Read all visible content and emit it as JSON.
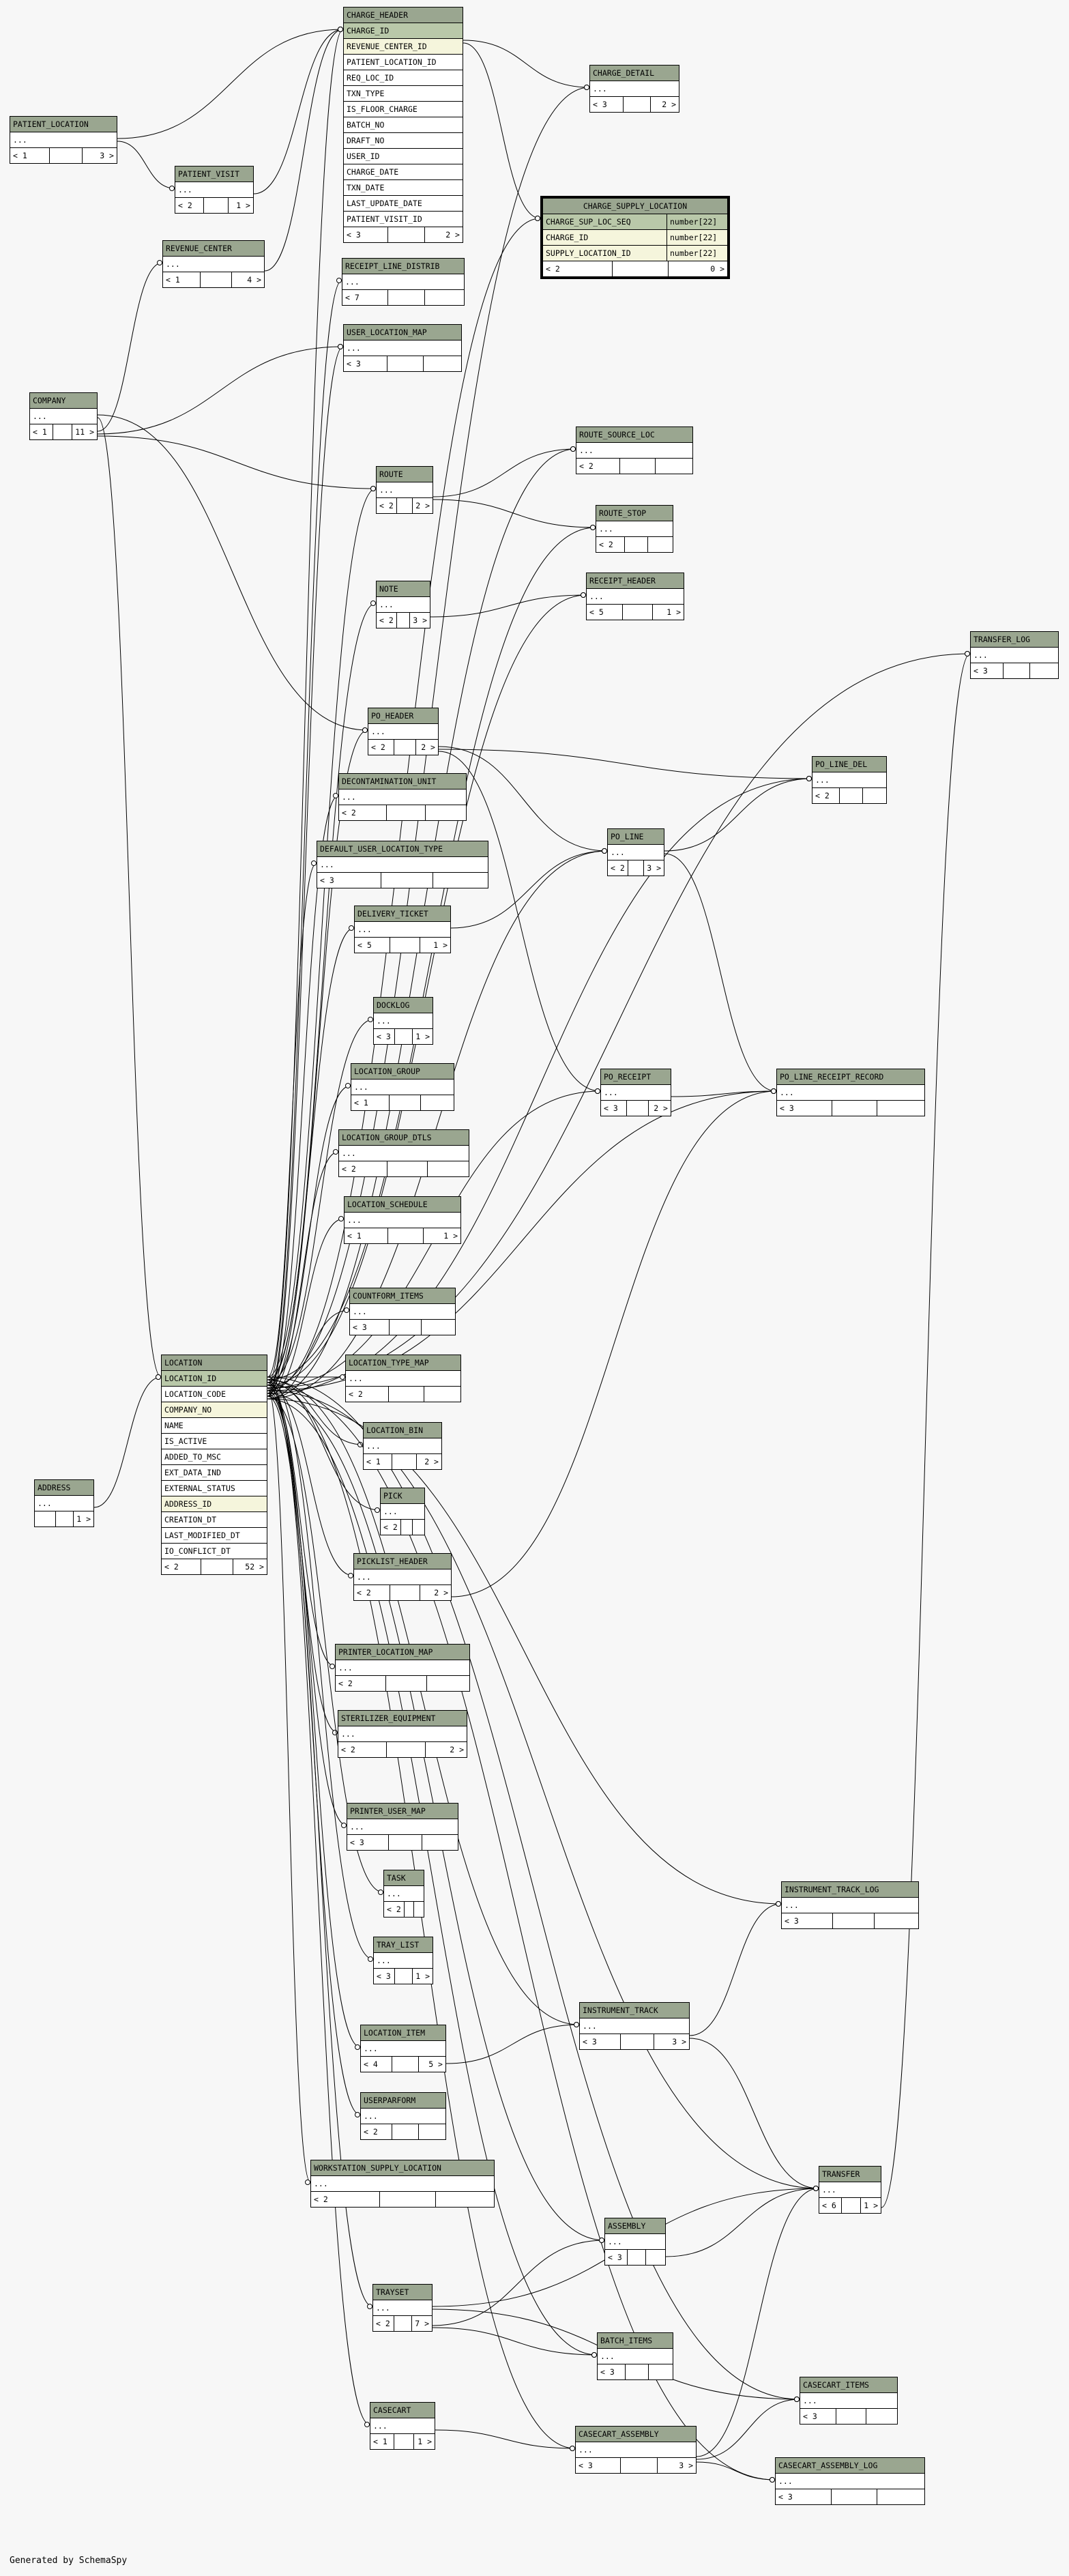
{
  "footer": "Generated by SchemaSpy",
  "tables": [
    {
      "id": "CHARGE_HEADER",
      "title": "CHARGE_HEADER",
      "rows": [
        {
          "n": "CHARGE_ID",
          "k": "pk"
        },
        {
          "n": "REVENUE_CENTER_ID",
          "k": "fk"
        },
        {
          "n": "PATIENT_LOCATION_ID"
        },
        {
          "n": "REQ_LOC_ID"
        },
        {
          "n": "TXN_TYPE"
        },
        {
          "n": "IS_FLOOR_CHARGE"
        },
        {
          "n": "BATCH_NO"
        },
        {
          "n": "DRAFT_NO"
        },
        {
          "n": "USER_ID"
        },
        {
          "n": "CHARGE_DATE"
        },
        {
          "n": "TXN_DATE"
        },
        {
          "n": "LAST_UPDATE_DATE"
        },
        {
          "n": "PATIENT_VISIT_ID"
        }
      ],
      "foot": [
        "< 3",
        "",
        "2 >"
      ]
    },
    {
      "id": "CHARGE_DETAIL",
      "title": "CHARGE_DETAIL",
      "rows": [
        {
          "n": "..."
        }
      ],
      "foot": [
        "< 3",
        "",
        "2 >"
      ]
    },
    {
      "id": "CHARGE_SUPPLY_LOCATION",
      "title": "CHARGE_SUPPLY_LOCATION",
      "focus": true,
      "rows": [
        {
          "n": "CHARGE_SUP_LOC_SEQ",
          "t": "number[22]",
          "k": "pk"
        },
        {
          "n": "CHARGE_ID",
          "t": "number[22]",
          "k": "fk"
        },
        {
          "n": "SUPPLY_LOCATION_ID",
          "t": "number[22]",
          "k": "fk"
        }
      ],
      "foot": [
        "< 2",
        "",
        "0 >"
      ]
    },
    {
      "id": "PATIENT_LOCATION",
      "title": "PATIENT_LOCATION",
      "rows": [
        {
          "n": "..."
        }
      ],
      "foot": [
        "< 1",
        "",
        "3 >"
      ]
    },
    {
      "id": "PATIENT_VISIT",
      "title": "PATIENT_VISIT",
      "rows": [
        {
          "n": "..."
        }
      ],
      "foot": [
        "< 2",
        "",
        "1 >"
      ]
    },
    {
      "id": "REVENUE_CENTER",
      "title": "REVENUE_CENTER",
      "rows": [
        {
          "n": "..."
        }
      ],
      "foot": [
        "< 1",
        "",
        "4 >"
      ]
    },
    {
      "id": "RECEIPT_LINE_DISTRIB",
      "title": "RECEIPT_LINE_DISTRIB",
      "rows": [
        {
          "n": "..."
        }
      ],
      "foot": [
        "< 7",
        "",
        ""
      ]
    },
    {
      "id": "USER_LOCATION_MAP",
      "title": "USER_LOCATION_MAP",
      "rows": [
        {
          "n": "..."
        }
      ],
      "foot": [
        "< 3",
        "",
        ""
      ]
    },
    {
      "id": "COMPANY",
      "title": "COMPANY",
      "rows": [
        {
          "n": "..."
        }
      ],
      "foot": [
        "< 1",
        "",
        "11 >"
      ]
    },
    {
      "id": "ROUTE_SOURCE_LOC",
      "title": "ROUTE_SOURCE_LOC",
      "rows": [
        {
          "n": "..."
        }
      ],
      "foot": [
        "< 2",
        "",
        ""
      ]
    },
    {
      "id": "ROUTE",
      "title": "ROUTE",
      "rows": [
        {
          "n": "..."
        }
      ],
      "foot": [
        "< 2",
        "",
        "2 >"
      ]
    },
    {
      "id": "ROUTE_STOP",
      "title": "ROUTE_STOP",
      "rows": [
        {
          "n": "..."
        }
      ],
      "foot": [
        "< 2",
        "",
        ""
      ]
    },
    {
      "id": "NOTE",
      "title": "NOTE",
      "rows": [
        {
          "n": "..."
        }
      ],
      "foot": [
        "< 2",
        "",
        "3 >"
      ]
    },
    {
      "id": "RECEIPT_HEADER",
      "title": "RECEIPT_HEADER",
      "rows": [
        {
          "n": "..."
        }
      ],
      "foot": [
        "< 5",
        "",
        "1 >"
      ]
    },
    {
      "id": "TRANSFER_LOG",
      "title": "TRANSFER_LOG",
      "rows": [
        {
          "n": "..."
        }
      ],
      "foot": [
        "< 3",
        "",
        ""
      ]
    },
    {
      "id": "PO_HEADER",
      "title": "PO_HEADER",
      "rows": [
        {
          "n": "..."
        }
      ],
      "foot": [
        "< 2",
        "",
        "2 >"
      ]
    },
    {
      "id": "PO_LINE_DEL",
      "title": "PO_LINE_DEL",
      "rows": [
        {
          "n": "..."
        }
      ],
      "foot": [
        "< 2",
        "",
        ""
      ]
    },
    {
      "id": "DECONTAMINATION_UNIT",
      "title": "DECONTAMINATION_UNIT",
      "rows": [
        {
          "n": "..."
        }
      ],
      "foot": [
        "< 2",
        "",
        ""
      ]
    },
    {
      "id": "PO_LINE",
      "title": "PO_LINE",
      "rows": [
        {
          "n": "..."
        }
      ],
      "foot": [
        "< 2",
        "",
        "3 >"
      ]
    },
    {
      "id": "DEFAULT_USER_LOCATION_TYPE",
      "title": "DEFAULT_USER_LOCATION_TYPE",
      "rows": [
        {
          "n": "..."
        }
      ],
      "foot": [
        "< 3",
        "",
        ""
      ]
    },
    {
      "id": "DELIVERY_TICKET",
      "title": "DELIVERY_TICKET",
      "rows": [
        {
          "n": "..."
        }
      ],
      "foot": [
        "< 5",
        "",
        "1 >"
      ]
    },
    {
      "id": "DOCKLOG",
      "title": "DOCKLOG",
      "rows": [
        {
          "n": "..."
        }
      ],
      "foot": [
        "< 3",
        "",
        "1 >"
      ]
    },
    {
      "id": "LOCATION_GROUP",
      "title": "LOCATION_GROUP",
      "rows": [
        {
          "n": "..."
        }
      ],
      "foot": [
        "< 1",
        "",
        ""
      ]
    },
    {
      "id": "PO_RECEIPT",
      "title": "PO_RECEIPT",
      "rows": [
        {
          "n": "..."
        }
      ],
      "foot": [
        "< 3",
        "",
        "2 >"
      ]
    },
    {
      "id": "PO_LINE_RECEIPT_RECORD",
      "title": "PO_LINE_RECEIPT_RECORD",
      "rows": [
        {
          "n": "..."
        }
      ],
      "foot": [
        "< 3",
        "",
        ""
      ]
    },
    {
      "id": "LOCATION_GROUP_DTLS",
      "title": "LOCATION_GROUP_DTLS",
      "rows": [
        {
          "n": "..."
        }
      ],
      "foot": [
        "< 2",
        "",
        ""
      ]
    },
    {
      "id": "LOCATION_SCHEDULE",
      "title": "LOCATION_SCHEDULE",
      "rows": [
        {
          "n": "..."
        }
      ],
      "foot": [
        "< 1",
        "",
        "1 >"
      ]
    },
    {
      "id": "COUNTFORM_ITEMS",
      "title": "COUNTFORM_ITEMS",
      "rows": [
        {
          "n": "..."
        }
      ],
      "foot": [
        "< 3",
        "",
        ""
      ]
    },
    {
      "id": "LOCATION",
      "title": "LOCATION",
      "rows": [
        {
          "n": "LOCATION_ID",
          "k": "pk"
        },
        {
          "n": "LOCATION_CODE"
        },
        {
          "n": "COMPANY_NO",
          "k": "fk"
        },
        {
          "n": "NAME"
        },
        {
          "n": "IS_ACTIVE"
        },
        {
          "n": "ADDED_TO_MSC"
        },
        {
          "n": "EXT_DATA_IND"
        },
        {
          "n": "EXTERNAL_STATUS"
        },
        {
          "n": "ADDRESS_ID",
          "k": "fk"
        },
        {
          "n": "CREATION_DT"
        },
        {
          "n": "LAST_MODIFIED_DT"
        },
        {
          "n": "IO_CONFLICT_DT"
        }
      ],
      "foot": [
        "< 2",
        "",
        "52 >"
      ]
    },
    {
      "id": "LOCATION_TYPE_MAP",
      "title": "LOCATION_TYPE_MAP",
      "rows": [
        {
          "n": "..."
        }
      ],
      "foot": [
        "< 2",
        "",
        ""
      ]
    },
    {
      "id": "LOCATION_BIN",
      "title": "LOCATION_BIN",
      "rows": [
        {
          "n": "..."
        }
      ],
      "foot": [
        "< 1",
        "",
        "2 >"
      ]
    },
    {
      "id": "ADDRESS",
      "title": "ADDRESS",
      "rows": [
        {
          "n": "..."
        }
      ],
      "foot": [
        "",
        "",
        "1 >"
      ]
    },
    {
      "id": "PICK",
      "title": "PICK",
      "rows": [
        {
          "n": "..."
        }
      ],
      "foot": [
        "< 2",
        "",
        ""
      ]
    },
    {
      "id": "PICKLIST_HEADER",
      "title": "PICKLIST_HEADER",
      "rows": [
        {
          "n": "..."
        }
      ],
      "foot": [
        "< 2",
        "",
        "2 >"
      ]
    },
    {
      "id": "PRINTER_LOCATION_MAP",
      "title": "PRINTER_LOCATION_MAP",
      "rows": [
        {
          "n": "..."
        }
      ],
      "foot": [
        "< 2",
        "",
        ""
      ]
    },
    {
      "id": "STERILIZER_EQUIPMENT",
      "title": "STERILIZER_EQUIPMENT",
      "rows": [
        {
          "n": "..."
        }
      ],
      "foot": [
        "< 2",
        "",
        "2 >"
      ]
    },
    {
      "id": "PRINTER_USER_MAP",
      "title": "PRINTER_USER_MAP",
      "rows": [
        {
          "n": "..."
        }
      ],
      "foot": [
        "< 3",
        "",
        ""
      ]
    },
    {
      "id": "TASK",
      "title": "TASK",
      "rows": [
        {
          "n": "..."
        }
      ],
      "foot": [
        "< 2",
        "",
        ""
      ]
    },
    {
      "id": "INSTRUMENT_TRACK_LOG",
      "title": "INSTRUMENT_TRACK_LOG",
      "rows": [
        {
          "n": "..."
        }
      ],
      "foot": [
        "< 3",
        "",
        ""
      ]
    },
    {
      "id": "TRAY_LIST",
      "title": "TRAY_LIST",
      "rows": [
        {
          "n": "..."
        }
      ],
      "foot": [
        "< 3",
        "",
        "1 >"
      ]
    },
    {
      "id": "INSTRUMENT_TRACK",
      "title": "INSTRUMENT_TRACK",
      "rows": [
        {
          "n": "..."
        }
      ],
      "foot": [
        "< 3",
        "",
        "3 >"
      ]
    },
    {
      "id": "LOCATION_ITEM",
      "title": "LOCATION_ITEM",
      "rows": [
        {
          "n": "..."
        }
      ],
      "foot": [
        "< 4",
        "",
        "5 >"
      ]
    },
    {
      "id": "USERPARFORM",
      "title": "USERPARFORM",
      "rows": [
        {
          "n": "..."
        }
      ],
      "foot": [
        "< 2",
        "",
        ""
      ]
    },
    {
      "id": "WORKSTATION_SUPPLY_LOCATION",
      "title": "WORKSTATION_SUPPLY_LOCATION",
      "rows": [
        {
          "n": "..."
        }
      ],
      "foot": [
        "< 2",
        "",
        ""
      ]
    },
    {
      "id": "TRANSFER",
      "title": "TRANSFER",
      "rows": [
        {
          "n": "..."
        }
      ],
      "foot": [
        "< 6",
        "",
        "1 >"
      ]
    },
    {
      "id": "ASSEMBLY",
      "title": "ASSEMBLY",
      "rows": [
        {
          "n": "..."
        }
      ],
      "foot": [
        "< 3",
        "",
        ""
      ]
    },
    {
      "id": "TRAYSET",
      "title": "TRAYSET",
      "rows": [
        {
          "n": "..."
        }
      ],
      "foot": [
        "< 2",
        "",
        "7 >"
      ]
    },
    {
      "id": "BATCH_ITEMS",
      "title": "BATCH_ITEMS",
      "rows": [
        {
          "n": "..."
        }
      ],
      "foot": [
        "< 3",
        "",
        ""
      ]
    },
    {
      "id": "CASECART_ITEMS",
      "title": "CASECART_ITEMS",
      "rows": [
        {
          "n": "..."
        }
      ],
      "foot": [
        "< 3",
        "",
        ""
      ]
    },
    {
      "id": "CASECART",
      "title": "CASECART",
      "rows": [
        {
          "n": "..."
        }
      ],
      "foot": [
        "< 1",
        "",
        "1 >"
      ]
    },
    {
      "id": "CASECART_ASSEMBLY",
      "title": "CASECART_ASSEMBLY",
      "rows": [
        {
          "n": "..."
        }
      ],
      "foot": [
        "< 3",
        "",
        "3 >"
      ]
    },
    {
      "id": "CASECART_ASSEMBLY_LOG",
      "title": "CASECART_ASSEMBLY_LOG",
      "rows": [
        {
          "n": "..."
        }
      ],
      "foot": [
        "< 3",
        "",
        ""
      ]
    }
  ],
  "relations": [
    [
      "PATIENT_LOCATION",
      "CHARGE_HEADER"
    ],
    [
      "PATIENT_LOCATION",
      "PATIENT_VISIT"
    ],
    [
      "PATIENT_VISIT",
      "CHARGE_HEADER"
    ],
    [
      "REVENUE_CENTER",
      "CHARGE_HEADER"
    ],
    [
      "CHARGE_HEADER",
      "CHARGE_DETAIL"
    ],
    [
      "CHARGE_HEADER",
      "CHARGE_SUPPLY_LOCATION"
    ],
    [
      "COMPANY",
      "REVENUE_CENTER"
    ],
    [
      "COMPANY",
      "USER_LOCATION_MAP"
    ],
    [
      "COMPANY",
      "ROUTE"
    ],
    [
      "COMPANY",
      "PO_HEADER"
    ],
    [
      "COMPANY",
      "LOCATION"
    ],
    [
      "ADDRESS",
      "LOCATION"
    ],
    [
      "ROUTE",
      "ROUTE_SOURCE_LOC"
    ],
    [
      "ROUTE",
      "ROUTE_STOP"
    ],
    [
      "NOTE",
      "RECEIPT_HEADER"
    ],
    [
      "PO_HEADER",
      "PO_LINE"
    ],
    [
      "PO_HEADER",
      "PO_LINE_DEL"
    ],
    [
      "PO_HEADER",
      "PO_RECEIPT"
    ],
    [
      "PO_LINE",
      "PO_LINE_DEL"
    ],
    [
      "PO_LINE",
      "PO_LINE_RECEIPT_RECORD"
    ],
    [
      "PO_RECEIPT",
      "PO_LINE_RECEIPT_RECORD"
    ],
    [
      "LOCATION",
      "CHARGE_HEADER"
    ],
    [
      "LOCATION",
      "CHARGE_DETAIL"
    ],
    [
      "LOCATION",
      "CHARGE_SUPPLY_LOCATION"
    ],
    [
      "LOCATION",
      "RECEIPT_LINE_DISTRIB"
    ],
    [
      "LOCATION",
      "USER_LOCATION_MAP"
    ],
    [
      "LOCATION",
      "ROUTE_SOURCE_LOC"
    ],
    [
      "LOCATION",
      "ROUTE"
    ],
    [
      "LOCATION",
      "ROUTE_STOP"
    ],
    [
      "LOCATION",
      "NOTE"
    ],
    [
      "LOCATION",
      "RECEIPT_HEADER"
    ],
    [
      "LOCATION",
      "TRANSFER_LOG"
    ],
    [
      "LOCATION",
      "PO_HEADER"
    ],
    [
      "LOCATION",
      "PO_LINE_DEL"
    ],
    [
      "LOCATION",
      "DECONTAMINATION_UNIT"
    ],
    [
      "LOCATION",
      "PO_LINE"
    ],
    [
      "LOCATION",
      "DEFAULT_USER_LOCATION_TYPE"
    ],
    [
      "LOCATION",
      "DELIVERY_TICKET"
    ],
    [
      "LOCATION",
      "DOCKLOG"
    ],
    [
      "LOCATION",
      "LOCATION_GROUP"
    ],
    [
      "LOCATION",
      "PO_RECEIPT"
    ],
    [
      "LOCATION",
      "PO_LINE_RECEIPT_RECORD"
    ],
    [
      "LOCATION",
      "LOCATION_GROUP_DTLS"
    ],
    [
      "LOCATION",
      "LOCATION_SCHEDULE"
    ],
    [
      "LOCATION",
      "COUNTFORM_ITEMS"
    ],
    [
      "LOCATION",
      "LOCATION_TYPE_MAP"
    ],
    [
      "LOCATION",
      "LOCATION_BIN"
    ],
    [
      "LOCATION",
      "PICK"
    ],
    [
      "LOCATION",
      "PICKLIST_HEADER"
    ],
    [
      "LOCATION",
      "PRINTER_LOCATION_MAP"
    ],
    [
      "LOCATION",
      "STERILIZER_EQUIPMENT"
    ],
    [
      "LOCATION",
      "PRINTER_USER_MAP"
    ],
    [
      "LOCATION",
      "TASK"
    ],
    [
      "LOCATION",
      "INSTRUMENT_TRACK_LOG"
    ],
    [
      "LOCATION",
      "TRAY_LIST"
    ],
    [
      "LOCATION",
      "INSTRUMENT_TRACK"
    ],
    [
      "LOCATION",
      "LOCATION_ITEM"
    ],
    [
      "LOCATION",
      "USERPARFORM"
    ],
    [
      "LOCATION",
      "WORKSTATION_SUPPLY_LOCATION"
    ],
    [
      "LOCATION",
      "TRANSFER"
    ],
    [
      "LOCATION",
      "ASSEMBLY"
    ],
    [
      "LOCATION",
      "TRAYSET"
    ],
    [
      "LOCATION",
      "BATCH_ITEMS"
    ],
    [
      "LOCATION",
      "CASECART_ITEMS"
    ],
    [
      "LOCATION",
      "CASECART"
    ],
    [
      "LOCATION",
      "CASECART_ASSEMBLY"
    ],
    [
      "LOCATION",
      "CASECART_ASSEMBLY_LOG"
    ],
    [
      "INSTRUMENT_TRACK",
      "INSTRUMENT_TRACK_LOG"
    ],
    [
      "INSTRUMENT_TRACK",
      "TRANSFER"
    ],
    [
      "LOCATION_ITEM",
      "INSTRUMENT_TRACK"
    ],
    [
      "TRAYSET",
      "ASSEMBLY"
    ],
    [
      "TRAYSET",
      "BATCH_ITEMS"
    ],
    [
      "TRAYSET",
      "TRANSFER"
    ],
    [
      "TRAYSET",
      "CASECART_ITEMS"
    ],
    [
      "CASECART",
      "CASECART_ASSEMBLY"
    ],
    [
      "CASECART_ASSEMBLY",
      "TRANSFER"
    ],
    [
      "CASECART_ASSEMBLY",
      "CASECART_ITEMS"
    ],
    [
      "CASECART_ASSEMBLY",
      "CASECART_ASSEMBLY_LOG"
    ],
    [
      "ASSEMBLY",
      "TRANSFER"
    ],
    [
      "TRANSFER",
      "TRANSFER_LOG"
    ],
    [
      "PICKLIST_HEADER",
      "PO_LINE_RECEIPT_RECORD"
    ],
    [
      "DELIVERY_TICKET",
      "PO_LINE"
    ]
  ]
}
